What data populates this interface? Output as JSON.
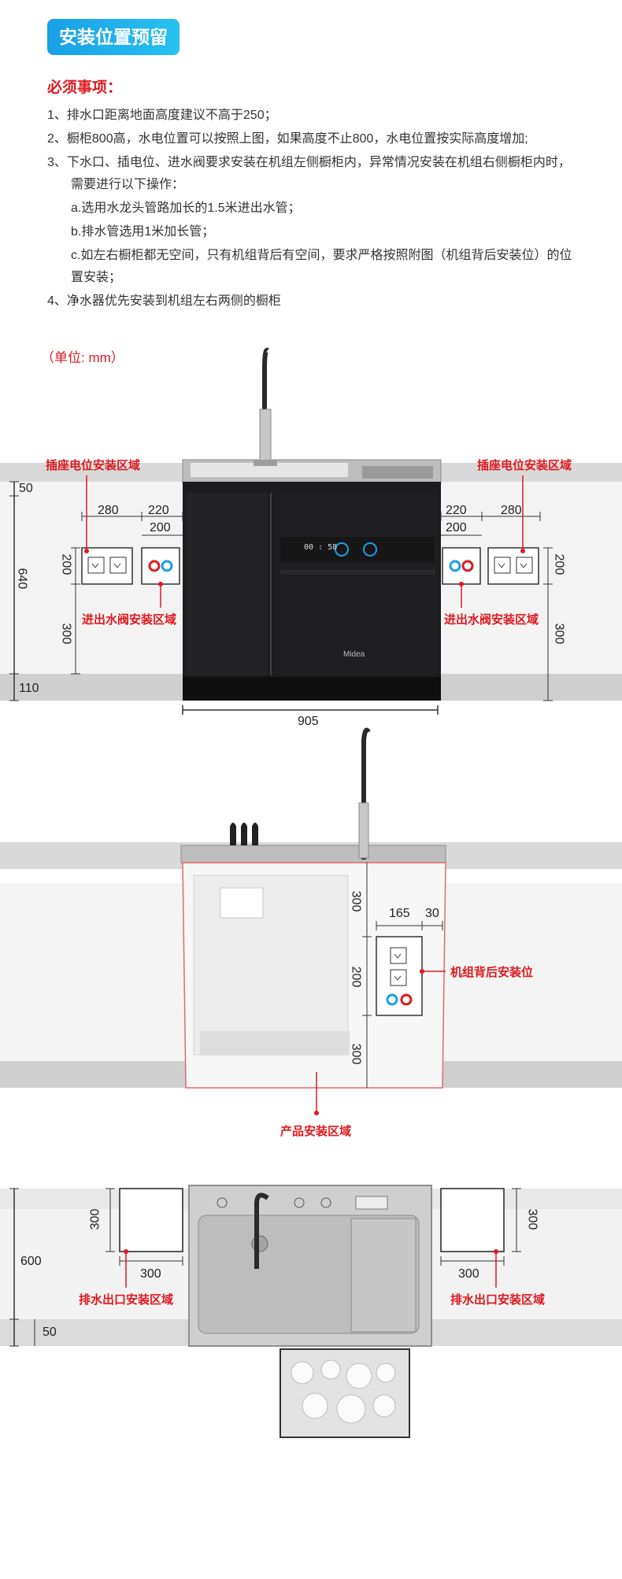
{
  "header": {
    "title": "安装位置预留"
  },
  "requirements": {
    "heading": "必须事项：",
    "items": [
      "1、排水口距离地面高度建议不高于250；",
      "2、橱柜800高，水电位置可以按照上图，如果高度不止800，水电位置按实际高度增加;",
      "3、下水口、插电位、进水阀要求安装在机组左侧橱柜内，异常情况安装在机组右侧橱柜内时，",
      "需要进行以下操作：",
      "a.选用水龙头管路加长的1.5米进出水管；",
      "b.排水管选用1米加长管；",
      "c.如左右橱柜都无空间，只有机组背后有空间，要求严格按照附图（机组背后安装位）的位",
      "置安装；",
      "4、净水器优先安装到机组左右两侧的橱柜"
    ]
  },
  "unit_label": "（单位: mm）",
  "diagram1": {
    "label_socket_left": "插座电位安装区域",
    "label_socket_right": "插座电位安装区域",
    "label_valve_left": "进出水阀安装区域",
    "label_valve_right": "进出水阀安装区域",
    "dim_50": "50",
    "dim_640": "640",
    "dim_110": "110",
    "dim_280_l": "280",
    "dim_220_l": "220",
    "dim_200_l": "200",
    "dim_200v_l": "200",
    "dim_300v_l": "300",
    "dim_220_r": "220",
    "dim_280_r": "280",
    "dim_200_r": "200",
    "dim_200v_r": "200",
    "dim_300v_r": "300",
    "dim_905": "905",
    "display_text": "00 : 58",
    "brand": "Midea"
  },
  "diagram2": {
    "dim_300_top": "300",
    "dim_200": "200",
    "dim_300_bottom": "300",
    "dim_165": "165",
    "dim_30": "30",
    "label_back": "机组背后安装位",
    "label_product": "产品安装区域"
  },
  "diagram3": {
    "dim_600": "600",
    "dim_50": "50",
    "dim_300v_l": "300",
    "dim_300h_l": "300",
    "dim_300v_r": "300",
    "dim_300h_r": "300",
    "label_drain_left": "排水出口安装区域",
    "label_drain_right": "排水出口安装区域"
  },
  "colors": {
    "accent": "#e0191f",
    "brand_blue": "#1aa0e8",
    "cabinet": "#1c1c1e",
    "counter": "#d8d8d8"
  },
  "icons": [
    "socket-icon",
    "hot-water-icon",
    "cold-water-icon",
    "faucet-icon"
  ]
}
